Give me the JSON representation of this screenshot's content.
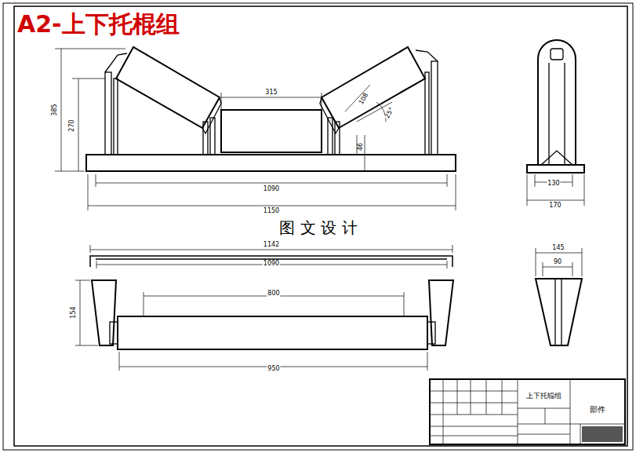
{
  "diagram": {
    "title": "A2-上下托棍组",
    "labels": [
      "385",
      "270",
      "315",
      "108",
      "25°",
      "46",
      "1090",
      "1150",
      "130",
      "170",
      "图 文 设 计",
      "1142",
      "1090",
      "800",
      "154",
      "950",
      "145",
      "90",
      "上下托辊组",
      "部件"
    ]
  }
}
